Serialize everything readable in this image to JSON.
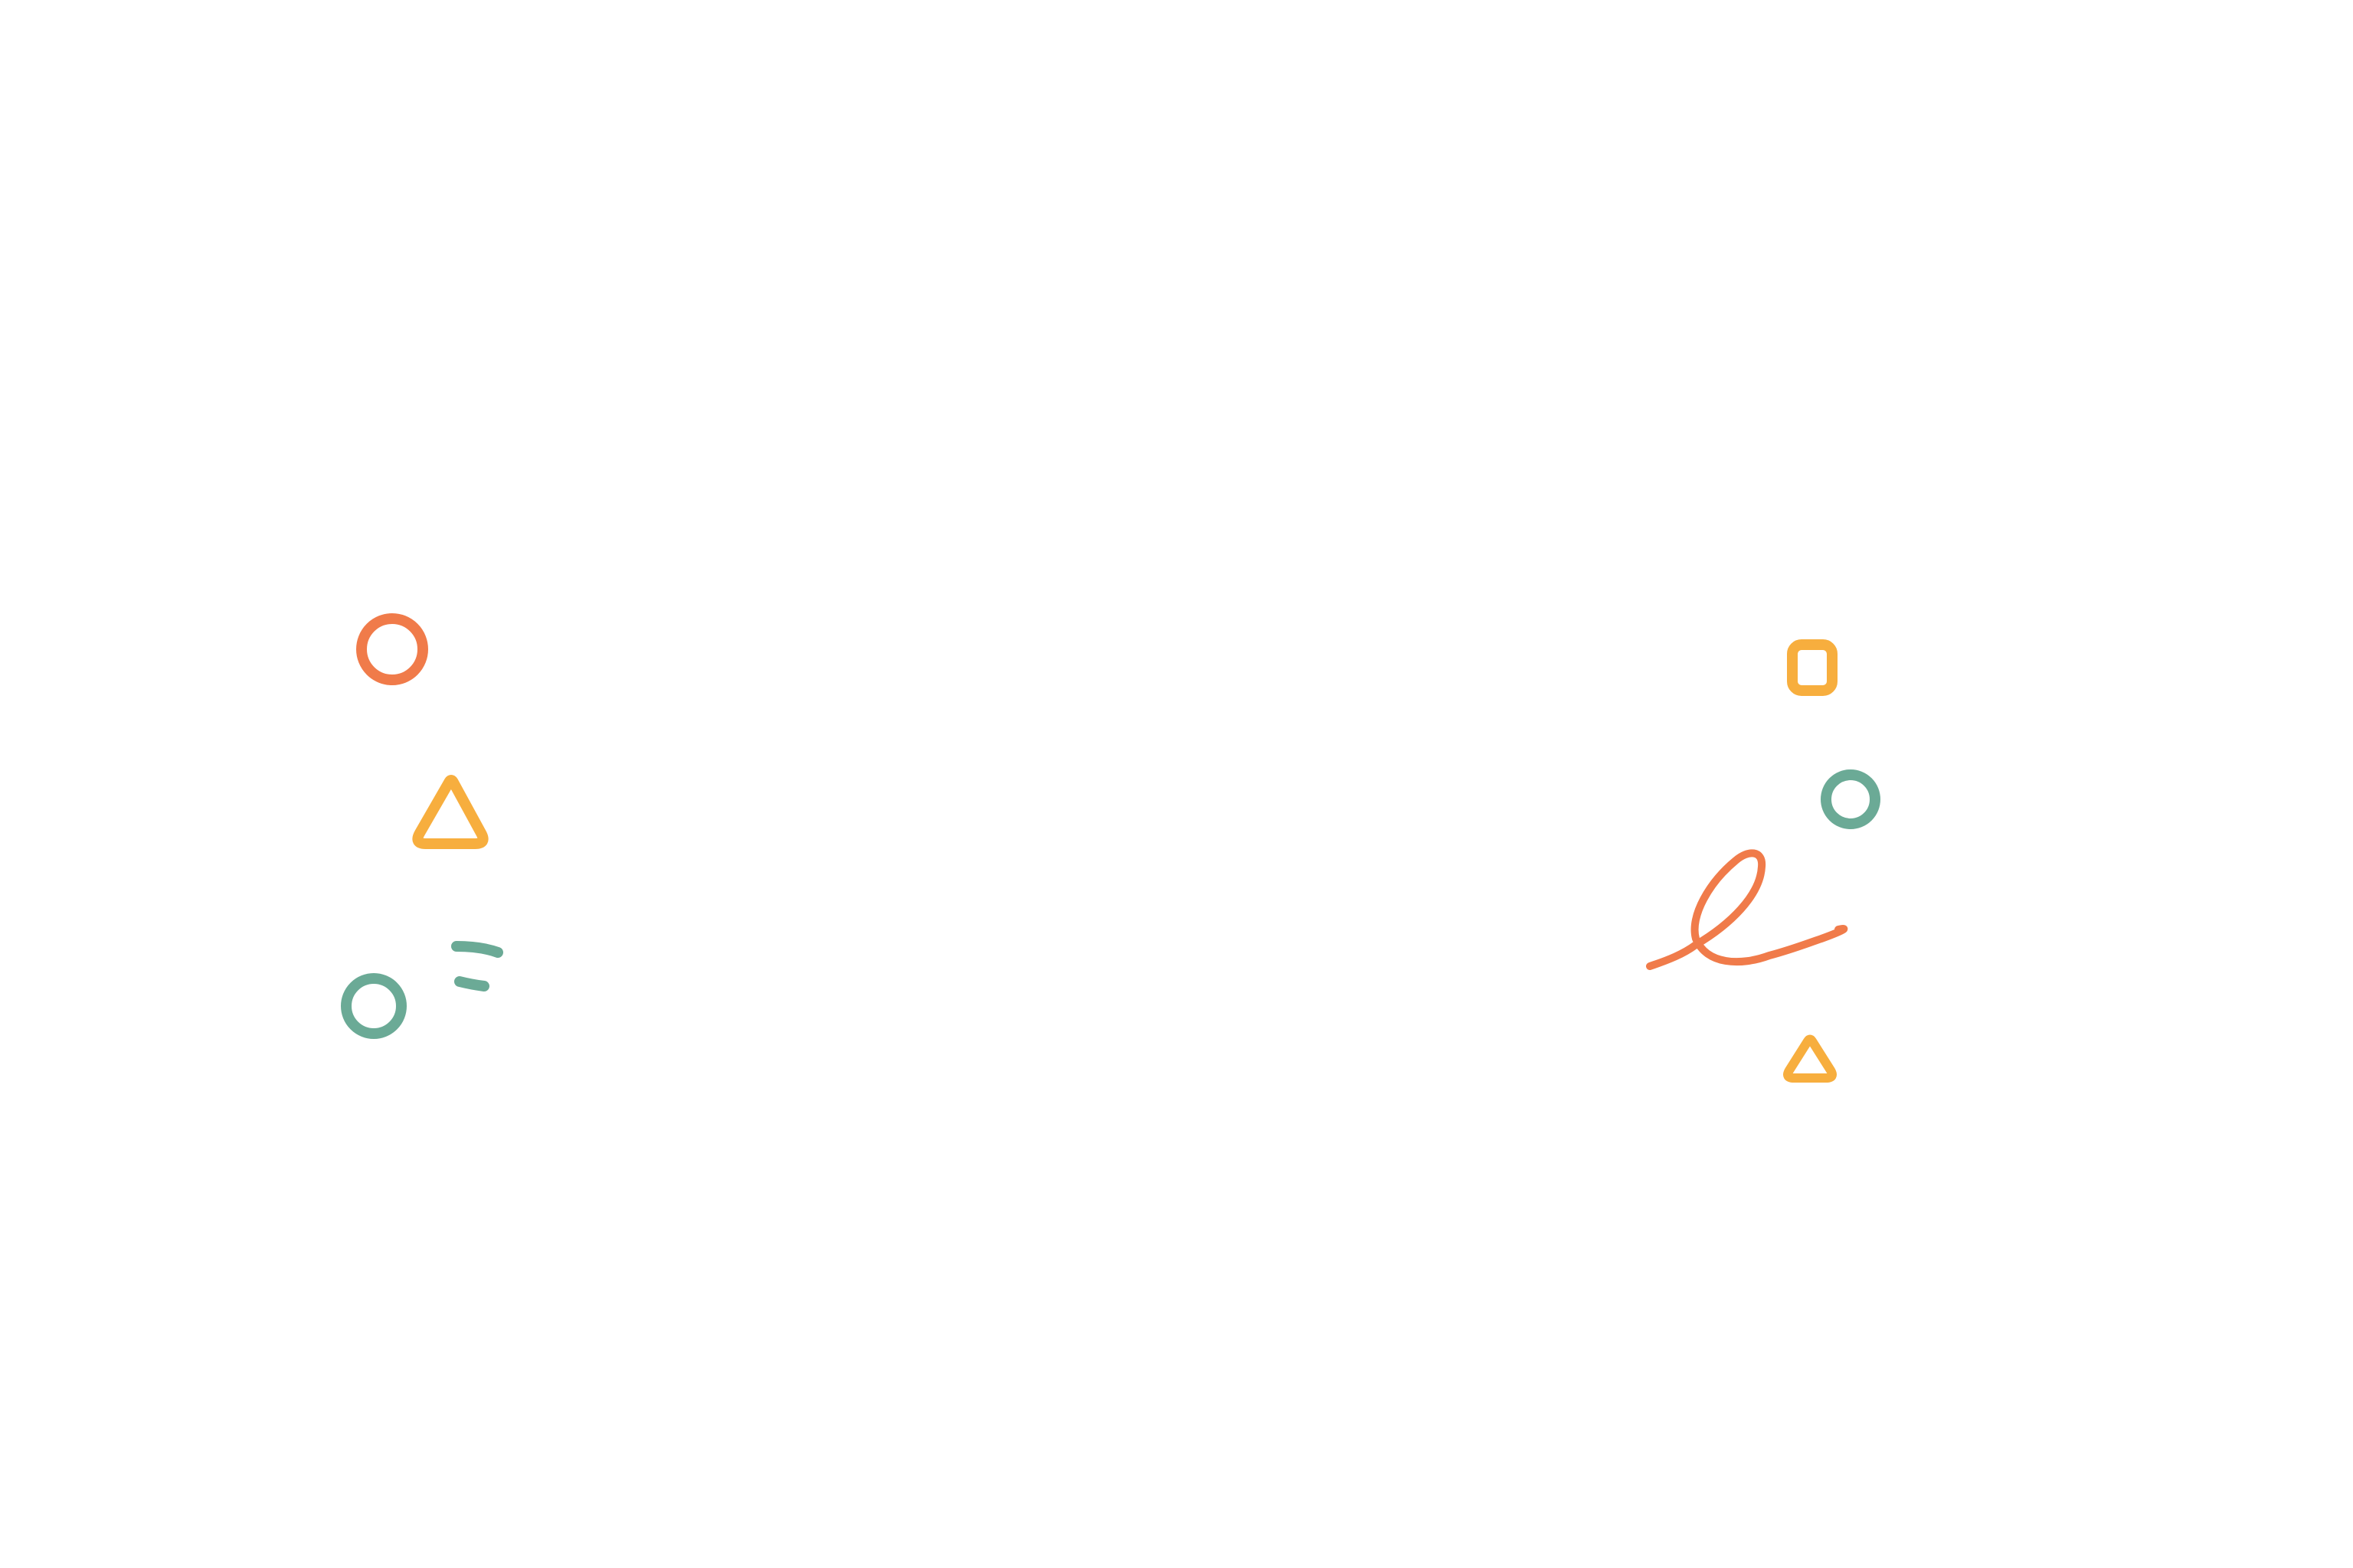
{
  "canvas": {
    "background": "#ffffff"
  },
  "colors": {
    "orange": "#F07B4A",
    "yellow": "#F7AE3E",
    "teal": "#6BAA96"
  },
  "decorations": {
    "left_group": [
      {
        "icon": "circle-outline-icon",
        "color": "orange"
      },
      {
        "icon": "triangle-outline-icon",
        "color": "yellow"
      },
      {
        "icon": "circle-outline-icon",
        "color": "teal"
      },
      {
        "icon": "double-dash-icon",
        "color": "teal"
      }
    ],
    "right_group": [
      {
        "icon": "rounded-square-outline-icon",
        "color": "yellow"
      },
      {
        "icon": "circle-outline-icon",
        "color": "teal"
      },
      {
        "icon": "loop-squiggle-icon",
        "color": "orange"
      },
      {
        "icon": "triangle-outline-icon",
        "color": "yellow"
      }
    ]
  }
}
